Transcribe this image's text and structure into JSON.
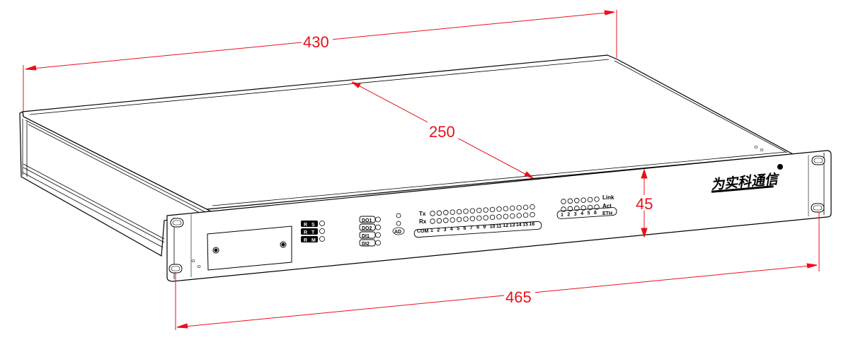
{
  "dimensions": {
    "width": "430",
    "depth": "250",
    "height": "45",
    "overall_width": "465"
  },
  "front_panel": {
    "status_labels": [
      "R",
      "S",
      "R",
      "T",
      "R",
      "M"
    ],
    "digital_io": [
      "DO1",
      "DO2",
      "DI1",
      "DI2"
    ],
    "ad_label": "AD",
    "tx_label": "Tx",
    "rx_label": "Rx",
    "com_label": "COM",
    "channel_numbers": [
      "1",
      "2",
      "3",
      "4",
      "5",
      "6",
      "7",
      "8",
      "9",
      "10",
      "11",
      "12",
      "13",
      "14",
      "15",
      "16"
    ],
    "link_label": "Link",
    "act_label": "Act",
    "eth_label": "ETH",
    "eth_numbers": [
      "1",
      "2",
      "3",
      "4",
      "5",
      "6"
    ],
    "logo_text": "为实科通信"
  },
  "colors": {
    "dimension": "#e8101a",
    "outline": "#000000",
    "panel": "#ffffff"
  }
}
